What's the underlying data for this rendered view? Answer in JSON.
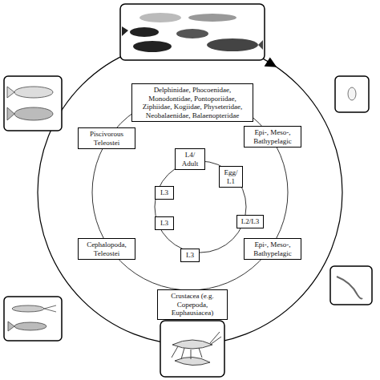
{
  "diagram": {
    "nodes": [
      {
        "text": [
          "Delphinidae, Phocoenidae, Monodontidae, Pontoporiidae, Ziphiidae, Kogiidae, Physeteridae, Neobalaenidae, Balaenopteridae"
        ]
      },
      {
        "text": [
          "Piscivorous Teleostei"
        ]
      },
      {
        "text": [
          "Epi-, Meso-, Bathypelagic"
        ]
      },
      {
        "text": [
          "L4/ Adult"
        ]
      },
      {
        "text": [
          "Egg/ L1"
        ]
      },
      {
        "text": [
          "L3"
        ]
      },
      {
        "text": [
          "L3"
        ]
      },
      {
        "text": [
          "L2/L3"
        ]
      },
      {
        "text": [
          "Cephalopoda, Teleostei"
        ]
      },
      {
        "text": [
          "Epi-, Meso-, Bathypelagic"
        ]
      },
      {
        "text": [
          "L3"
        ]
      },
      {
        "text": [
          "Crustacea (e.g. Copepoda, Euphausiacea)"
        ]
      }
    ]
  }
}
